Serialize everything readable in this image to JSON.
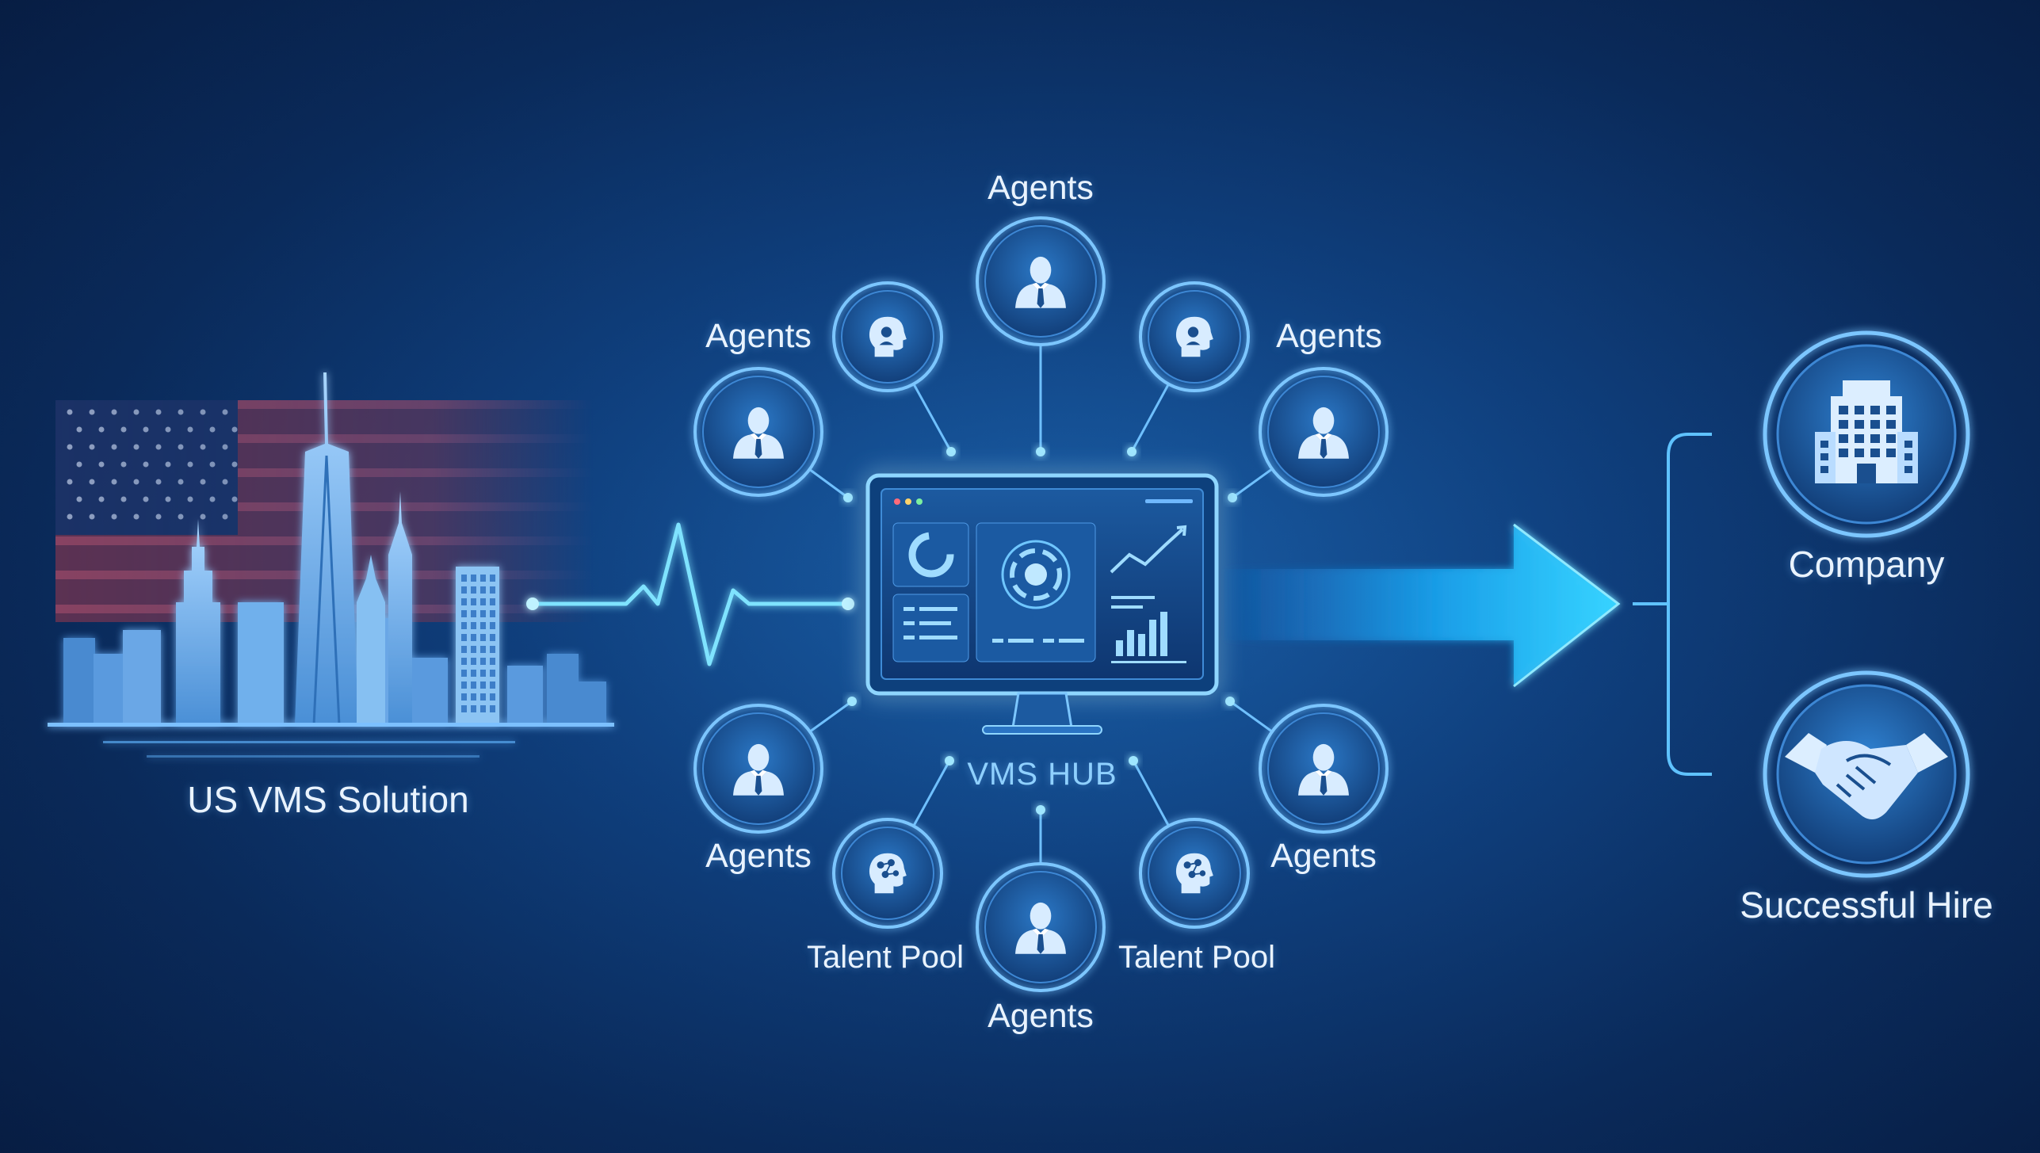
{
  "source": {
    "label": "US VMS Solution"
  },
  "hub": {
    "label": "VMS HUB"
  },
  "nodes": [
    {
      "id": "top",
      "label": "Agents",
      "kind": "agent",
      "icon": "agent-icon"
    },
    {
      "id": "upper-left",
      "label": "Agents",
      "kind": "agent",
      "icon": "agent-icon"
    },
    {
      "id": "upper-right",
      "label": "Agents",
      "kind": "agent",
      "icon": "agent-icon"
    },
    {
      "id": "lower-left",
      "label": "Agents",
      "kind": "agent",
      "icon": "agent-icon"
    },
    {
      "id": "lower-right",
      "label": "Agents",
      "kind": "agent",
      "icon": "agent-icon"
    },
    {
      "id": "bottom",
      "label": "Agents",
      "kind": "agent",
      "icon": "agent-icon"
    },
    {
      "id": "talent-left",
      "label": "Talent Pool",
      "kind": "talent",
      "icon": "brain-head-icon"
    },
    {
      "id": "talent-right",
      "label": "Talent Pool",
      "kind": "talent",
      "icon": "brain-head-icon"
    },
    {
      "id": "mind-left",
      "label": "",
      "kind": "mind",
      "icon": "head-profile-icon"
    },
    {
      "id": "mind-right",
      "label": "",
      "kind": "mind",
      "icon": "head-profile-icon"
    }
  ],
  "outcomes": {
    "company": {
      "label": "Company",
      "icon": "office-building-icon"
    },
    "hire": {
      "label": "Successful Hire",
      "icon": "handshake-icon"
    }
  },
  "colors": {
    "accent": "#4fd0ff",
    "glow": "#7fe3ff",
    "node_fill": "#1d5fa6",
    "node_ring": "#8cc8ff",
    "arrow": "#2ec4ff",
    "flag_red": "#b03a4a",
    "flag_blue": "#24356a"
  }
}
